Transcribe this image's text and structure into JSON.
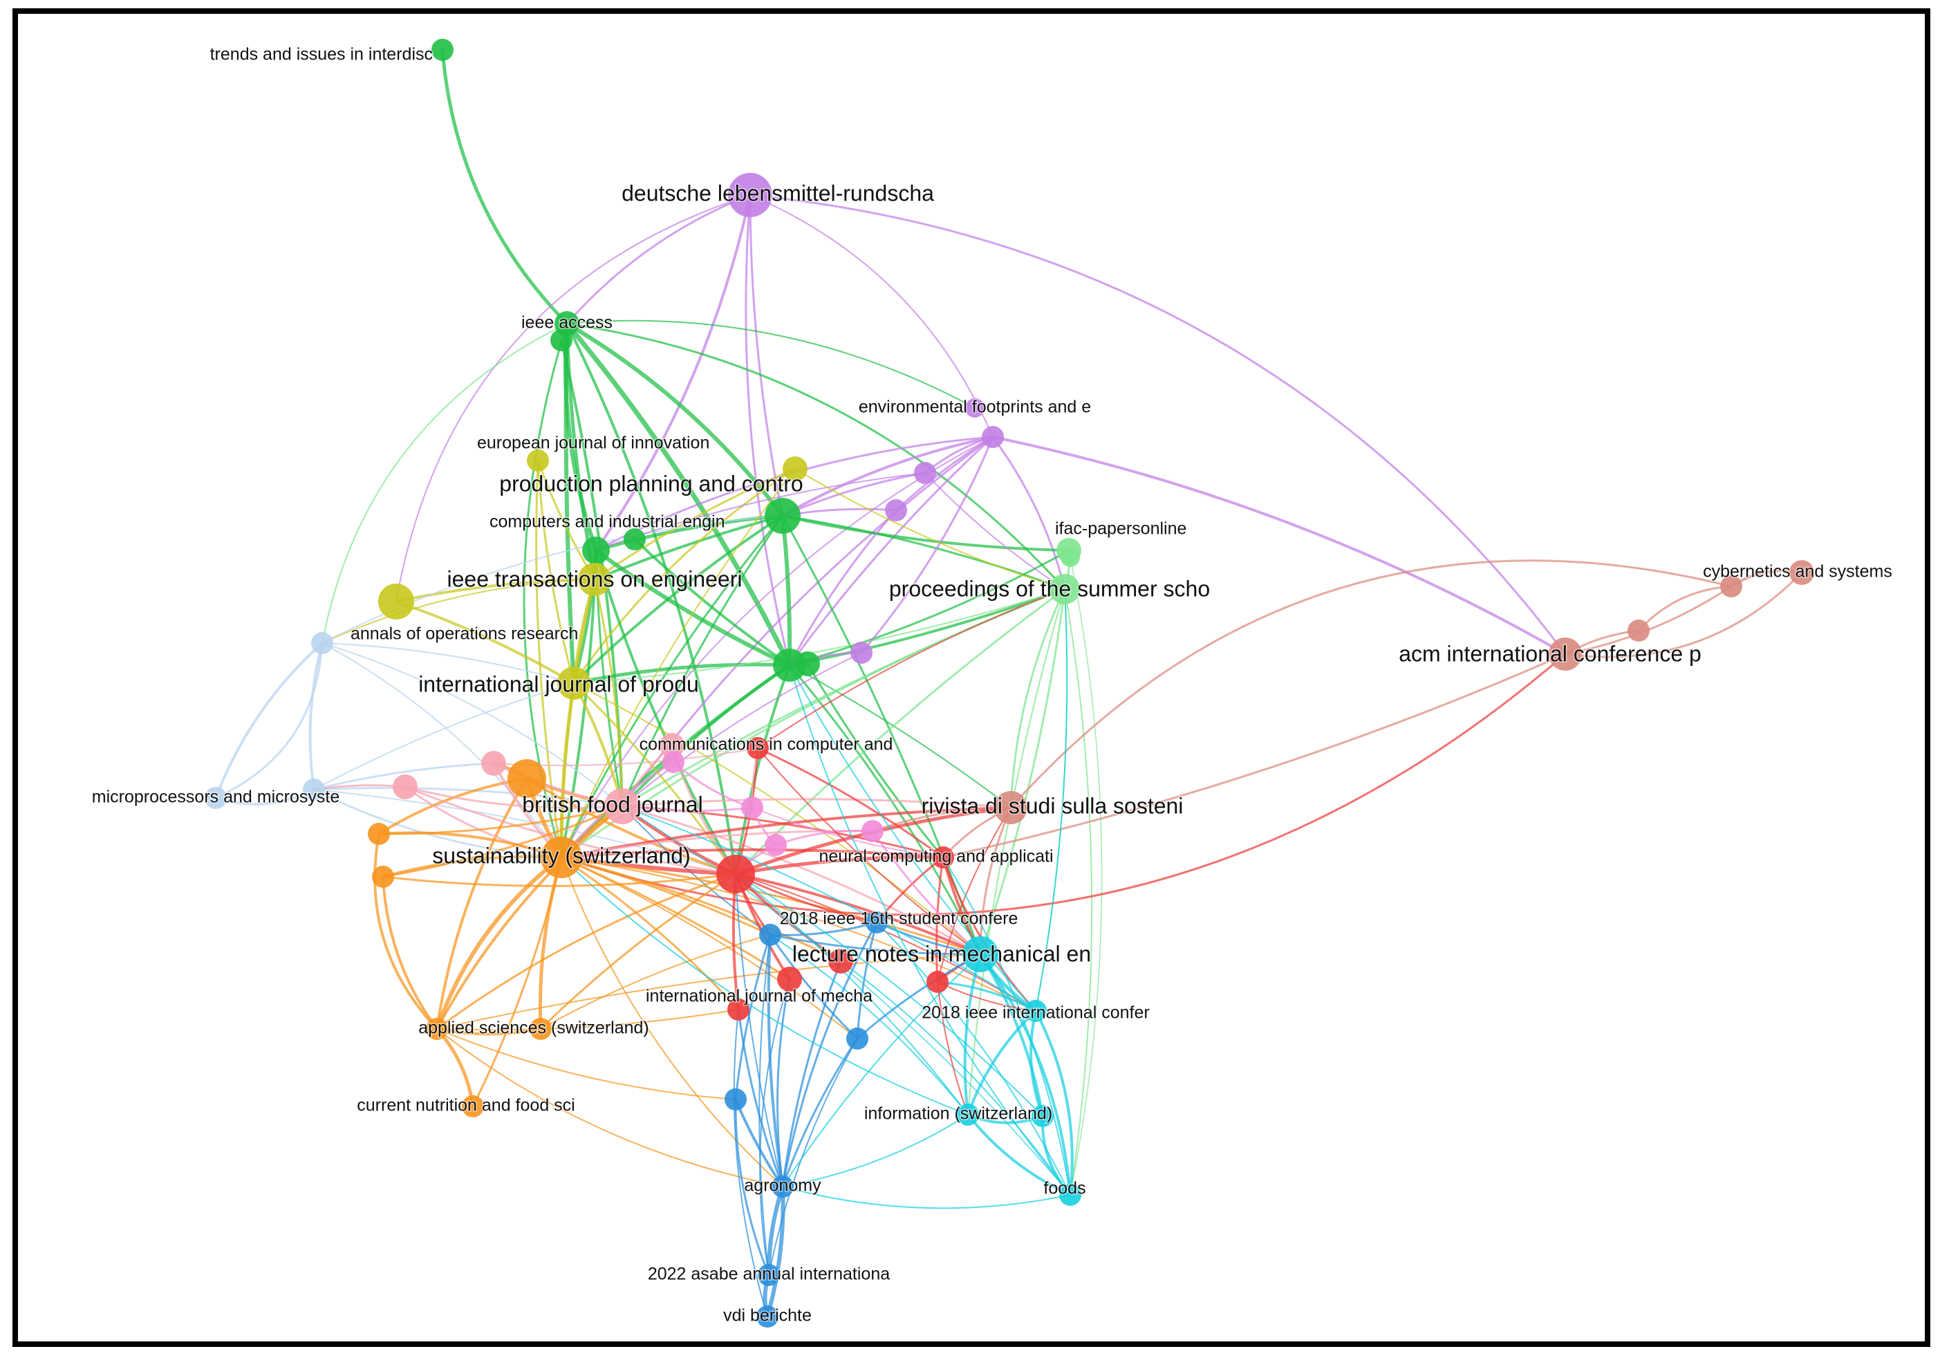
{
  "diagram": {
    "type": "bibliometric-network",
    "clusters": {
      "green": "#1fbf45",
      "lightgreen": "#7ee58f",
      "violet": "#c27ee6",
      "olive": "#c8c81e",
      "orange": "#f7941d",
      "red": "#ee3b3b",
      "pink": "#f7a3b0",
      "magenta": "#f28ad8",
      "salmon": "#d98a7e",
      "lightblue": "#b9d4f0",
      "blue": "#2a8fdc",
      "cyan": "#16cfe0"
    },
    "labels": [
      {
        "id": "trends",
        "text": "trends and issues in interdisc",
        "size": "small"
      },
      {
        "id": "deutsche",
        "text": "deutsche lebensmittel-rundscha",
        "size": "large"
      },
      {
        "id": "ieeeaccess",
        "text": "ieee access",
        "size": "small"
      },
      {
        "id": "envfoot",
        "text": "environmental footprints and e",
        "size": "small"
      },
      {
        "id": "eurojinn",
        "text": "european journal of innovation",
        "size": "small"
      },
      {
        "id": "ppc",
        "text": "production planning and contro",
        "size": "large"
      },
      {
        "id": "cie",
        "text": "computers and industrial engin",
        "size": "small"
      },
      {
        "id": "ifac",
        "text": "ifac-papersonline",
        "size": "small"
      },
      {
        "id": "ieeetem",
        "text": "ieee transactions on engineeri",
        "size": "large"
      },
      {
        "id": "summer",
        "text": "proceedings of the summer scho",
        "size": "large"
      },
      {
        "id": "cybern",
        "text": "cybernetics and systems",
        "size": "small"
      },
      {
        "id": "annals",
        "text": "annals of operations research",
        "size": "small"
      },
      {
        "id": "acm",
        "text": "acm international conference p",
        "size": "large"
      },
      {
        "id": "ijpr",
        "text": "international journal of produ",
        "size": "large"
      },
      {
        "id": "ccis",
        "text": "communications in computer and",
        "size": "small"
      },
      {
        "id": "micro",
        "text": "microprocessors and microsyste",
        "size": "small"
      },
      {
        "id": "bfj",
        "text": "british food journal",
        "size": "large"
      },
      {
        "id": "rivista",
        "text": "rivista di studi sulla sosteni",
        "size": "large"
      },
      {
        "id": "sust",
        "text": "sustainability (switzerland)",
        "size": "large"
      },
      {
        "id": "neural",
        "text": "neural computing and applicati",
        "size": "small"
      },
      {
        "id": "ieee16",
        "text": "2018 ieee 16th student confere",
        "size": "small"
      },
      {
        "id": "lnme",
        "text": "lecture notes in mechanical en",
        "size": "large"
      },
      {
        "id": "ijmech",
        "text": "international journal of mecha",
        "size": "small"
      },
      {
        "id": "ieeeint",
        "text": "2018 ieee international confer",
        "size": "small"
      },
      {
        "id": "applsci",
        "text": "applied sciences (switzerland)",
        "size": "small"
      },
      {
        "id": "cnfs",
        "text": "current nutrition and food sci",
        "size": "small"
      },
      {
        "id": "info",
        "text": "information (switzerland)",
        "size": "small"
      },
      {
        "id": "agronomy",
        "text": "agronomy",
        "size": "small"
      },
      {
        "id": "foods",
        "text": "foods",
        "size": "small"
      },
      {
        "id": "asabe",
        "text": "2022 asabe annual internationa",
        "size": "small"
      },
      {
        "id": "vdi",
        "text": "vdi berichte",
        "size": "small"
      }
    ]
  }
}
